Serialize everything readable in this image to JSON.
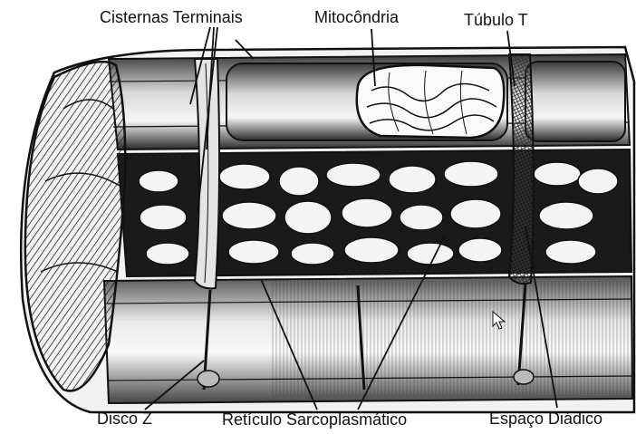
{
  "diagram": {
    "labels": {
      "cisternas_terminais": "Cisternas Terminais",
      "mitocondria": "Mitocôndria",
      "tubulo_t": "Túbulo T",
      "disco_z": "Disco Z",
      "reticulo_sarcoplasmatico": "Retículo Sarcoplasmático",
      "espaco_diadico": "Espaço Diádico"
    }
  }
}
